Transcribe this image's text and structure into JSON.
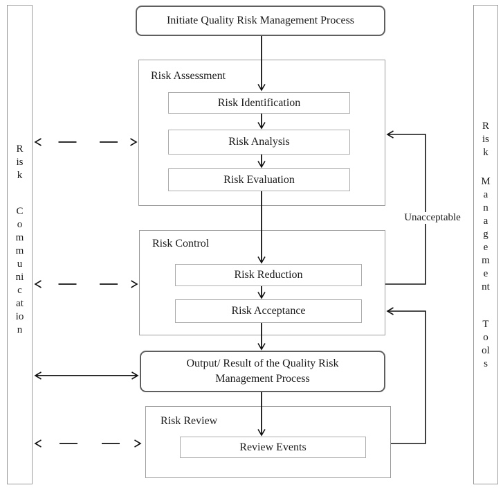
{
  "flow": {
    "initiate": "Initiate Quality Risk Management Process",
    "assessment": {
      "label": "Risk Assessment",
      "steps": [
        "Risk Identification",
        "Risk Analysis",
        "Risk Evaluation"
      ]
    },
    "control": {
      "label": "Risk Control",
      "steps": [
        "Risk Reduction",
        "Risk Acceptance"
      ]
    },
    "output": {
      "line1": "Output/ Result of the Quality Risk",
      "line2": "Management Process"
    },
    "review": {
      "label": "Risk Review",
      "steps": [
        "Review Events"
      ]
    },
    "unacceptable": "Unacceptable"
  },
  "sidebars": {
    "left": {
      "text": "Risk Communication",
      "blocks": [
        [
          "R",
          "is",
          "k"
        ],
        [
          "C",
          "o",
          "m",
          "m",
          "u",
          "ni",
          "c",
          "at",
          "io",
          "n"
        ]
      ]
    },
    "right": {
      "text": "Risk Management Tools",
      "blocks": [
        [
          "R",
          "is",
          "k"
        ],
        [
          "M",
          "a",
          "n",
          "a",
          "g",
          "e",
          "m",
          "e",
          "nt"
        ],
        [
          "T",
          "o",
          "ol",
          "s"
        ]
      ]
    }
  },
  "colors": {
    "arrow": "#111111",
    "text": "#1a1a1a",
    "background": "#ffffff",
    "box_border_dark": "#5f5f5f",
    "container_border": "#9b9b9b",
    "inner_border": "#adadad"
  }
}
